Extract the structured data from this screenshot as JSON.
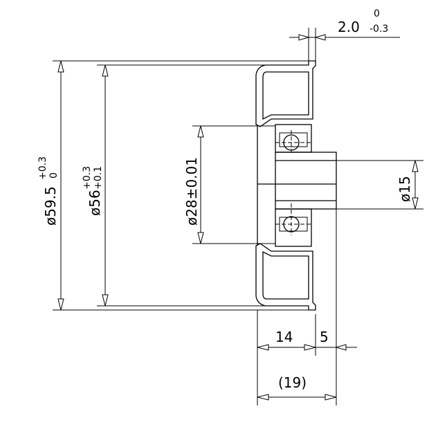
{
  "dimensions": {
    "flange_thickness": {
      "main": "2.0",
      "upper": "0",
      "lower": "-0.3"
    },
    "outer_diameter": {
      "main": "ø59.5",
      "upper": "+0.3",
      "lower": "0"
    },
    "inner_diameter": {
      "main": "ø56",
      "upper": "+0.3",
      "lower": "+0.1"
    },
    "bearing_diameter": "ø28±0.01",
    "shaft_diameter": "ø15",
    "width_14": "14",
    "width_5": "5",
    "overall_width": "(19)"
  }
}
